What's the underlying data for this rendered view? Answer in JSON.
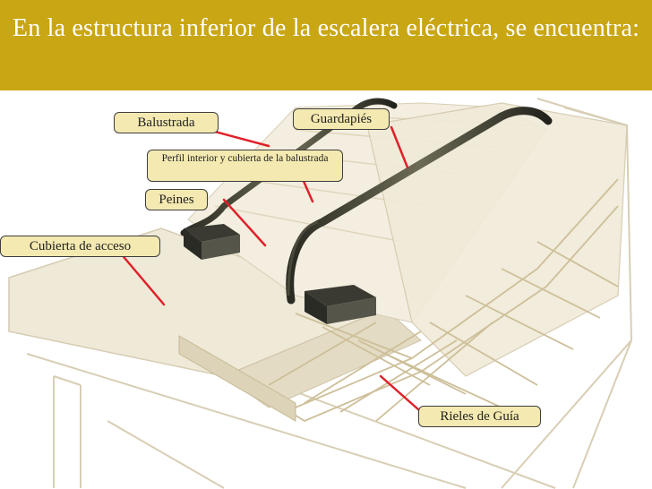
{
  "slide": {
    "title": "En la estructura inferior de la escalera eléctrica, se encuentra:"
  },
  "labels": {
    "balustrada": "Balustrada",
    "guardapies": "Guardapiés",
    "perfil": "Perfil interior y cubierta de la balustrada",
    "peines": "Peines",
    "cubierta_acceso": "Cubierta de acceso",
    "rieles_guia": "Rieles de Guía"
  },
  "colors": {
    "title_bar": "#c9a614",
    "label_fill": "#f4e9b0",
    "pointer": "#e0202a"
  },
  "illustration": "escalator-cutaway-image"
}
